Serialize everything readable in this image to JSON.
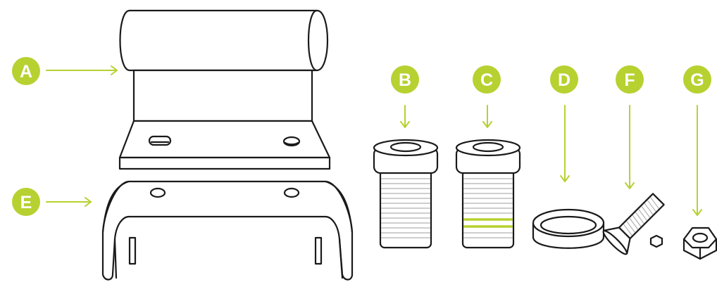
{
  "accent_color": "#b7d131",
  "outline_color": "#1a1a1a",
  "parts": [
    {
      "id": "A",
      "label": "A"
    },
    {
      "id": "B",
      "label": "B"
    },
    {
      "id": "C",
      "label": "C"
    },
    {
      "id": "D",
      "label": "D"
    },
    {
      "id": "E",
      "label": "E"
    },
    {
      "id": "F",
      "label": "F"
    },
    {
      "id": "G",
      "label": "G"
    }
  ]
}
